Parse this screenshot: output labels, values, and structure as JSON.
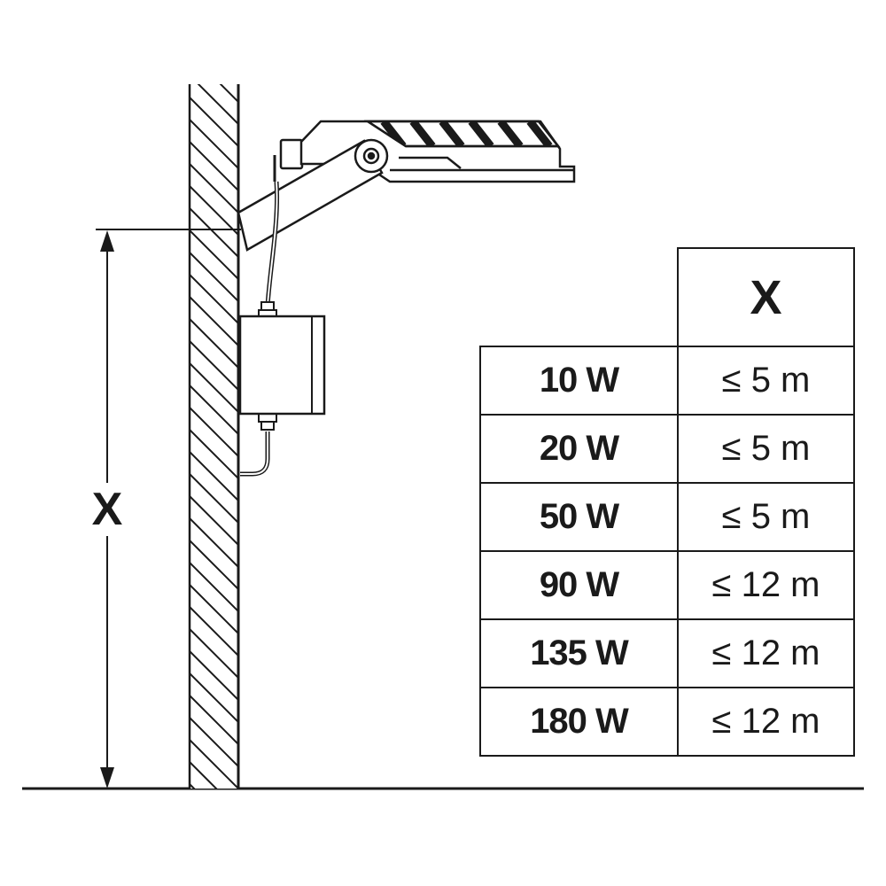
{
  "dimension": {
    "label": "X"
  },
  "table": {
    "column_header": "X",
    "rows": [
      {
        "power": "10 W",
        "distance": "≤ 5 m"
      },
      {
        "power": "20 W",
        "distance": "≤ 5 m"
      },
      {
        "power": "50 W",
        "distance": "≤ 5 m"
      },
      {
        "power": "90 W",
        "distance": "≤ 12 m"
      },
      {
        "power": "135 W",
        "distance": "≤ 12 m"
      },
      {
        "power": "180 W",
        "distance": "≤ 12 m"
      }
    ]
  },
  "colors": {
    "line": "#1a1a1a",
    "background": "#ffffff",
    "hatch": "#1a1a1a"
  }
}
